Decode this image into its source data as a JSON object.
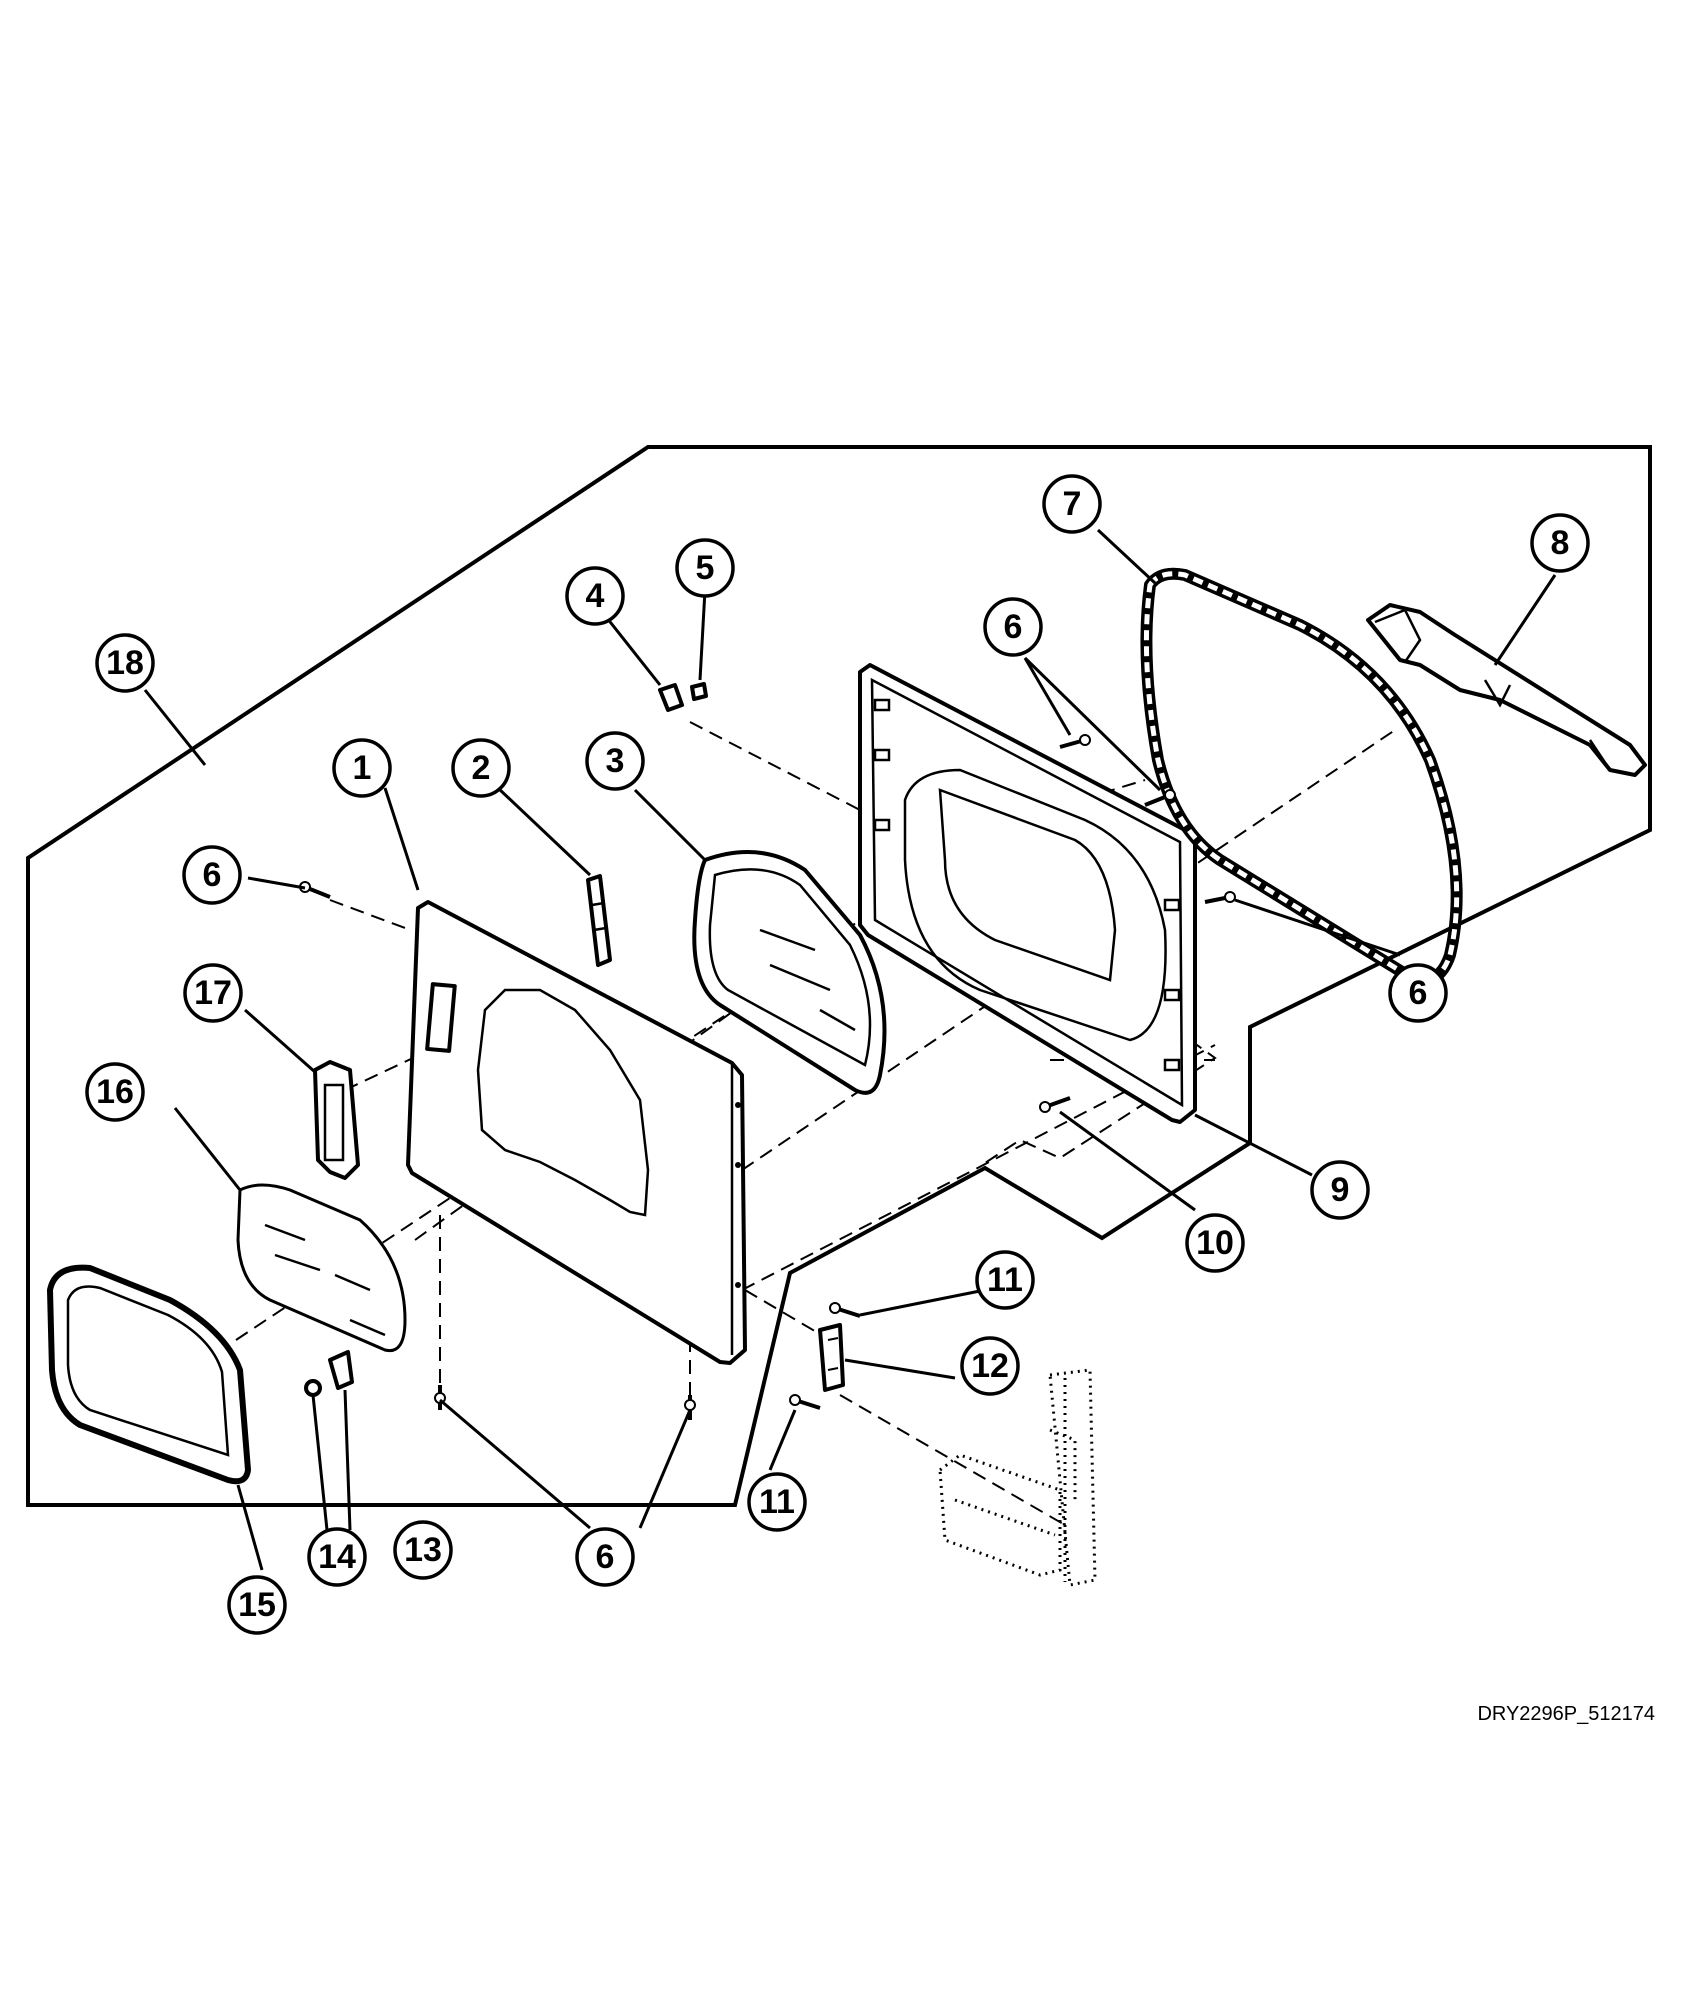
{
  "diagram": {
    "reference_code": "DRY2296P_512174",
    "callouts": [
      {
        "id": "c1",
        "label": "1"
      },
      {
        "id": "c2",
        "label": "2"
      },
      {
        "id": "c3",
        "label": "3"
      },
      {
        "id": "c4",
        "label": "4"
      },
      {
        "id": "c5",
        "label": "5"
      },
      {
        "id": "c6a",
        "label": "6"
      },
      {
        "id": "c6b",
        "label": "6"
      },
      {
        "id": "c6c",
        "label": "6"
      },
      {
        "id": "c6d",
        "label": "6"
      },
      {
        "id": "c7",
        "label": "7"
      },
      {
        "id": "c8",
        "label": "8"
      },
      {
        "id": "c9",
        "label": "9"
      },
      {
        "id": "c10",
        "label": "10"
      },
      {
        "id": "c11a",
        "label": "11"
      },
      {
        "id": "c11b",
        "label": "11"
      },
      {
        "id": "c12",
        "label": "12"
      },
      {
        "id": "c13",
        "label": "13"
      },
      {
        "id": "c14",
        "label": "14"
      },
      {
        "id": "c15",
        "label": "15"
      },
      {
        "id": "c16",
        "label": "16"
      },
      {
        "id": "c17",
        "label": "17"
      },
      {
        "id": "c18",
        "label": "18"
      }
    ]
  }
}
